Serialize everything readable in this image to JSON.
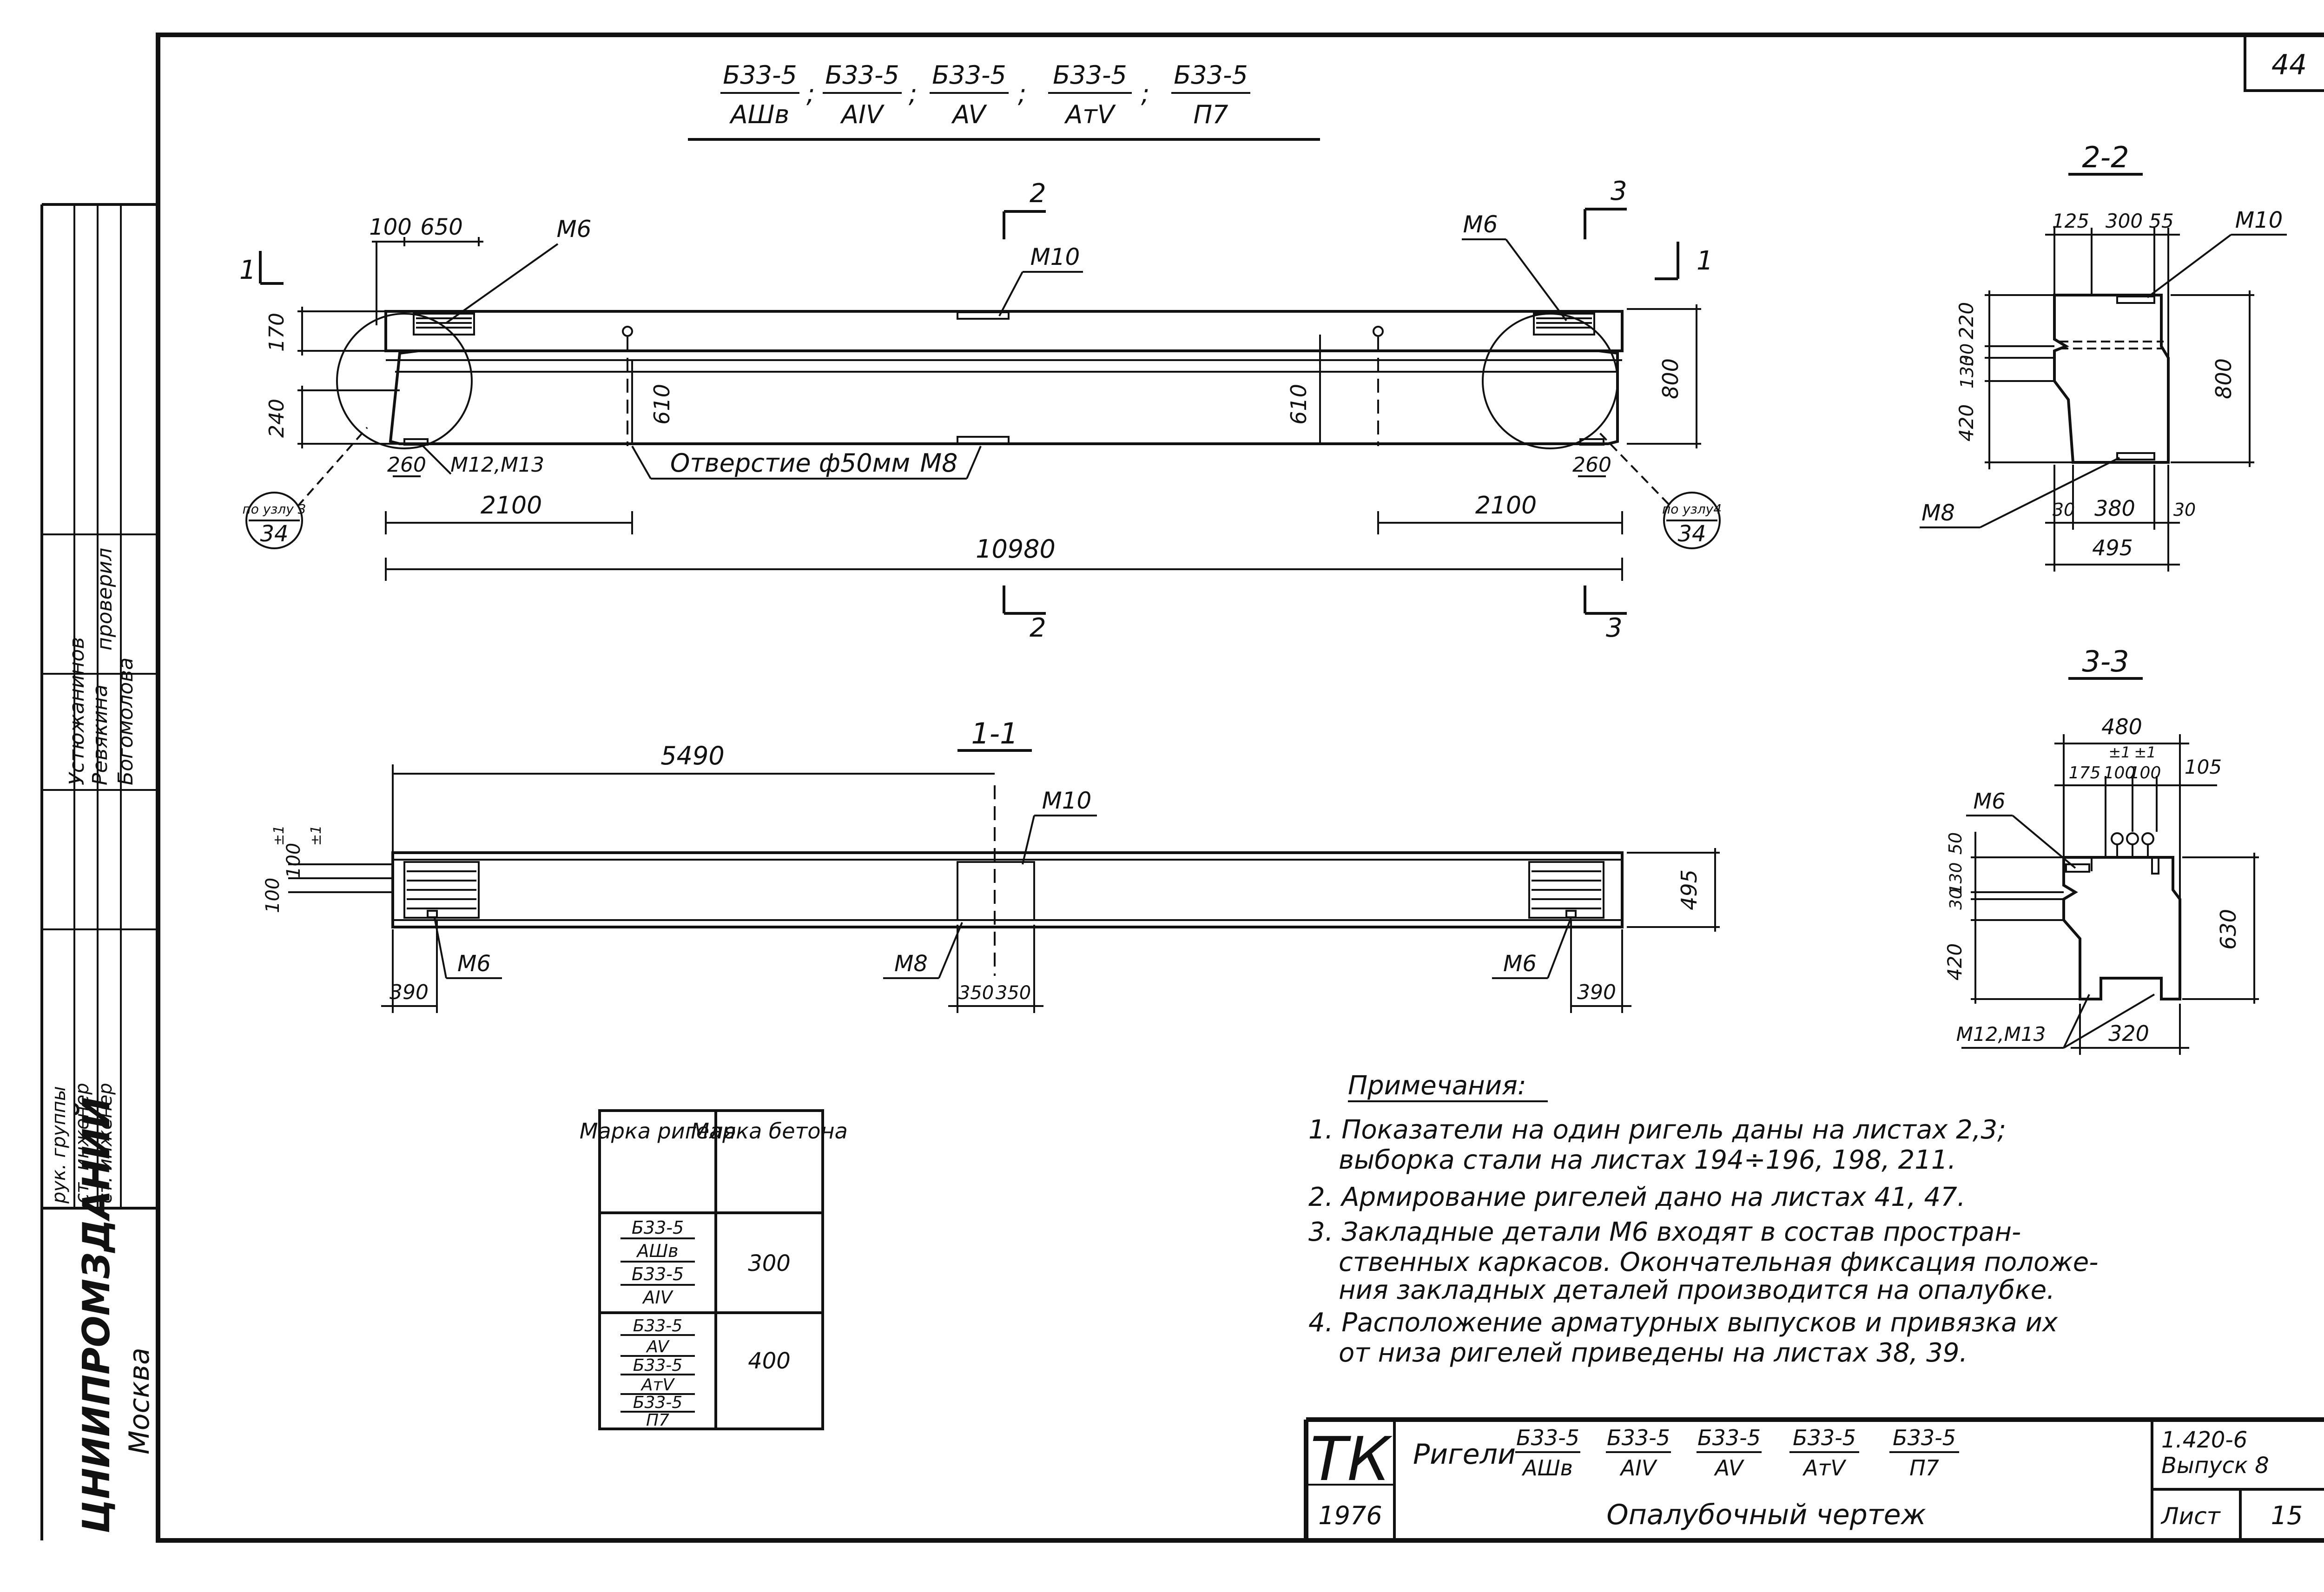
{
  "sheet_number": "44",
  "title_marks": [
    {
      "top": "Б33-5",
      "bottom": "AШв"
    },
    {
      "top": "Б33-5",
      "bottom": "AIV"
    },
    {
      "top": "Б33-5",
      "bottom": "AV"
    },
    {
      "top": "Б33-5",
      "bottom": "AтV"
    },
    {
      "top": "Б33-5",
      "bottom": "П7"
    }
  ],
  "elevation": {
    "dims": {
      "d100": "100",
      "d650": "650",
      "d170": "170",
      "d240": "240",
      "d610": "610",
      "d800": "800",
      "d260": "260",
      "d2100": "2100",
      "d10980": "10980"
    },
    "labels": {
      "m6": "М6",
      "m10": "М10",
      "m8": "М8",
      "m12": "М12,М13",
      "hole": "Отверстие ф50мм"
    },
    "node3": {
      "top": "по узлу 3",
      "bottom": "34"
    },
    "node4": {
      "top": "по узлу4",
      "bottom": "34"
    },
    "cut1": "1",
    "cut2": "2",
    "cut3": "3"
  },
  "section_2_2": {
    "title": "2-2",
    "dims": {
      "d125": "125",
      "d300": "300",
      "d55": "55",
      "d220": "220",
      "d30": "30",
      "d130": "130",
      "d420": "420",
      "d800": "800",
      "d380": "380",
      "d495": "495"
    },
    "labels": {
      "m10": "М10",
      "m8": "М8"
    }
  },
  "section_3_3": {
    "title": "3-3",
    "dims": {
      "d480": "480",
      "d175": "175",
      "d100a": "100",
      "d100b": "100",
      "pm": "±1",
      "d105": "105",
      "d50": "50",
      "d30": "30",
      "d130": "130",
      "d420": "420",
      "d630": "630",
      "d320": "320"
    },
    "labels": {
      "m6": "М6",
      "m12": "М12,М13"
    }
  },
  "plan_1_1": {
    "title": "1-1",
    "dims": {
      "d5490": "5490",
      "d100a": "100",
      "d100b": "100",
      "pm": "±1",
      "d495": "495",
      "d390": "390",
      "d350a": "350",
      "d350b": "350"
    },
    "labels": {
      "m10": "М10",
      "m6": "М6",
      "m8": "М8"
    }
  },
  "concrete_table": {
    "headers": [
      "Марка ригеля",
      "Марка бетона"
    ],
    "groups": [
      {
        "marks": [
          {
            "top": "Б33-5",
            "bottom": "AШв"
          },
          {
            "top": "Б33-5",
            "bottom": "AIV"
          }
        ],
        "grade": "300"
      },
      {
        "marks": [
          {
            "top": "Б33-5",
            "bottom": "AV"
          },
          {
            "top": "Б33-5",
            "bottom": "AтV"
          },
          {
            "top": "Б33-5",
            "bottom": "П7"
          }
        ],
        "grade": "400"
      }
    ]
  },
  "notes": {
    "title": "Примечания:",
    "lines": [
      "1. Показатели на один ригель даны на листах 2,3;",
      "выборка стали на листах 194÷196, 198, 211.",
      "2. Армирование ригелей дано на листах 41, 47.",
      "3. Закладные детали М6 входят в состав простран-",
      "ственных каркасов. Окончательная фиксация положе-",
      "ния закладных деталей производится на опалубке.",
      "4. Расположение арматурных выпусков и привязка их",
      "от низа ригелей приведены на листах 38, 39."
    ]
  },
  "side_stamp": {
    "org": "ЦНИИПРОМЗДАНИЙ",
    "city": "Москва",
    "roles": [
      "рук. группы",
      "ст. инженер",
      "ст. инженер"
    ],
    "names": [
      "Устюжанинов",
      "Ревякина",
      "Богомолова"
    ],
    "column_label": "проверил"
  },
  "title_block": {
    "tk": "ТК",
    "year": "1976",
    "prefix": "Ригели",
    "subtitle": "Опалубочный чертеж",
    "series": "1.420-6",
    "issue": "Выпуск 8",
    "sheet_label": "Лист",
    "sheet_no": "15"
  }
}
